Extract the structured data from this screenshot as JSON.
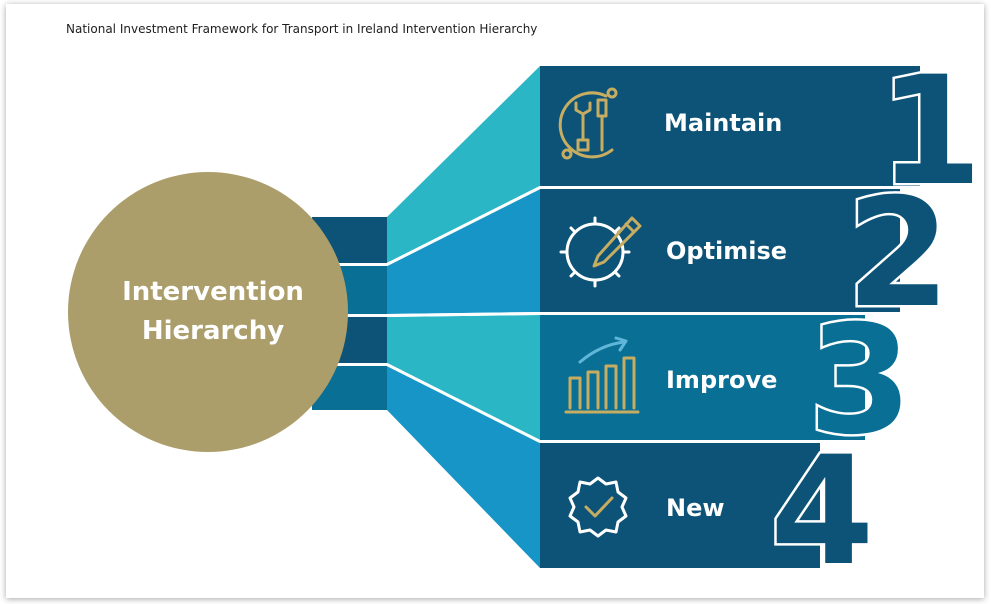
{
  "title": "National Investment Framework for Transport in Ireland Intervention Hierarchy",
  "center": {
    "line1": "Intervention",
    "line2": "Hierarchy",
    "color": "#ab9e6b"
  },
  "steps": [
    {
      "number": "1",
      "label": "Maintain",
      "icon": "wrench-screwdriver-icon"
    },
    {
      "number": "2",
      "label": "Optimise",
      "icon": "gear-pencil-icon"
    },
    {
      "number": "3",
      "label": "Improve",
      "icon": "bar-chart-growth-icon"
    },
    {
      "number": "4",
      "label": "New",
      "icon": "checkmark-gear-icon"
    }
  ],
  "colors": {
    "band_dark": "#0d5377",
    "band_mid": "#0a6f94",
    "funnel_light": "#2ab6c4",
    "funnel_blue": "#1795c6",
    "icon_gold": "#c7ad61"
  }
}
